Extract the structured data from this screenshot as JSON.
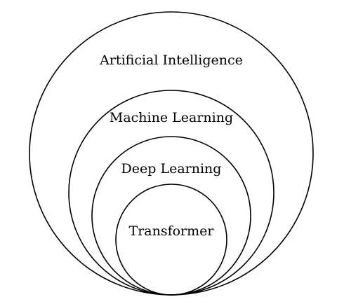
{
  "diagram": {
    "type": "nested-circles",
    "stroke_color": "#000000",
    "background_color": "#ffffff",
    "levels": [
      {
        "label": "Artificial Intelligence"
      },
      {
        "label": "Machine Learning"
      },
      {
        "label": "Deep Learning"
      },
      {
        "label": "Transformer"
      }
    ]
  }
}
